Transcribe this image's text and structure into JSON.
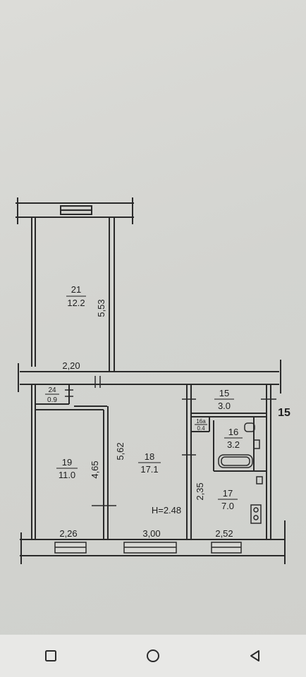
{
  "plan": {
    "apartment_number": "15",
    "ceiling_height": "H=2.48",
    "rooms": [
      {
        "id": "21",
        "area": "12.2"
      },
      {
        "id": "24",
        "area": "0.9"
      },
      {
        "id": "19",
        "area": "11.0"
      },
      {
        "id": "18",
        "area": "17.1"
      },
      {
        "id": "15",
        "area": "3.0"
      },
      {
        "id": "16a",
        "label": "16a",
        "area": "0.4"
      },
      {
        "id": "16",
        "area": "3.2"
      },
      {
        "id": "17",
        "area": "7.0"
      }
    ],
    "dimensions": {
      "balcony_length": "5,53",
      "corridor_width": "2,20",
      "room18_length": "5,62",
      "room19_length": "4,65",
      "room17_length": "2,35",
      "room19_width": "2,26",
      "room18_width": "3,00",
      "room17_width": "2,52"
    },
    "colors": {
      "paper": "#d6d7d3",
      "ink": "#2a2a2a"
    }
  },
  "navbar": {
    "recents_icon": "square-icon",
    "home_icon": "circle-icon",
    "back_icon": "triangle-back-icon"
  }
}
